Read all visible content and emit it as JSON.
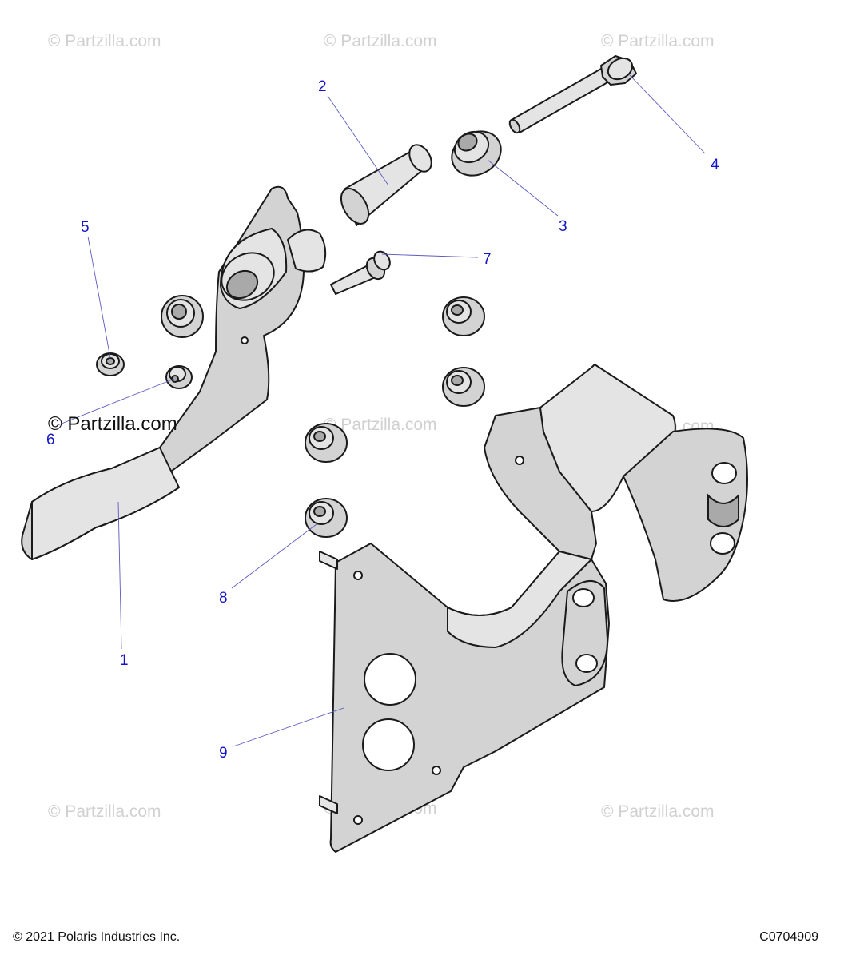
{
  "watermarks": {
    "text": "© Partzilla.com",
    "prominent": "© Partzilla.com"
  },
  "callouts": {
    "c1": "1",
    "c2": "2",
    "c3": "3",
    "c4": "4",
    "c5": "5",
    "c6": "6",
    "c7": "7",
    "c8": "8",
    "c9": "9"
  },
  "footer": {
    "copyright": "© 2021 Polaris Industries Inc.",
    "code": "C0704909"
  },
  "colors": {
    "callout": "#1414c8",
    "leader": "#5b5bbf",
    "part_fill": "#d3d3d3",
    "watermark": "#d0d0d0"
  }
}
